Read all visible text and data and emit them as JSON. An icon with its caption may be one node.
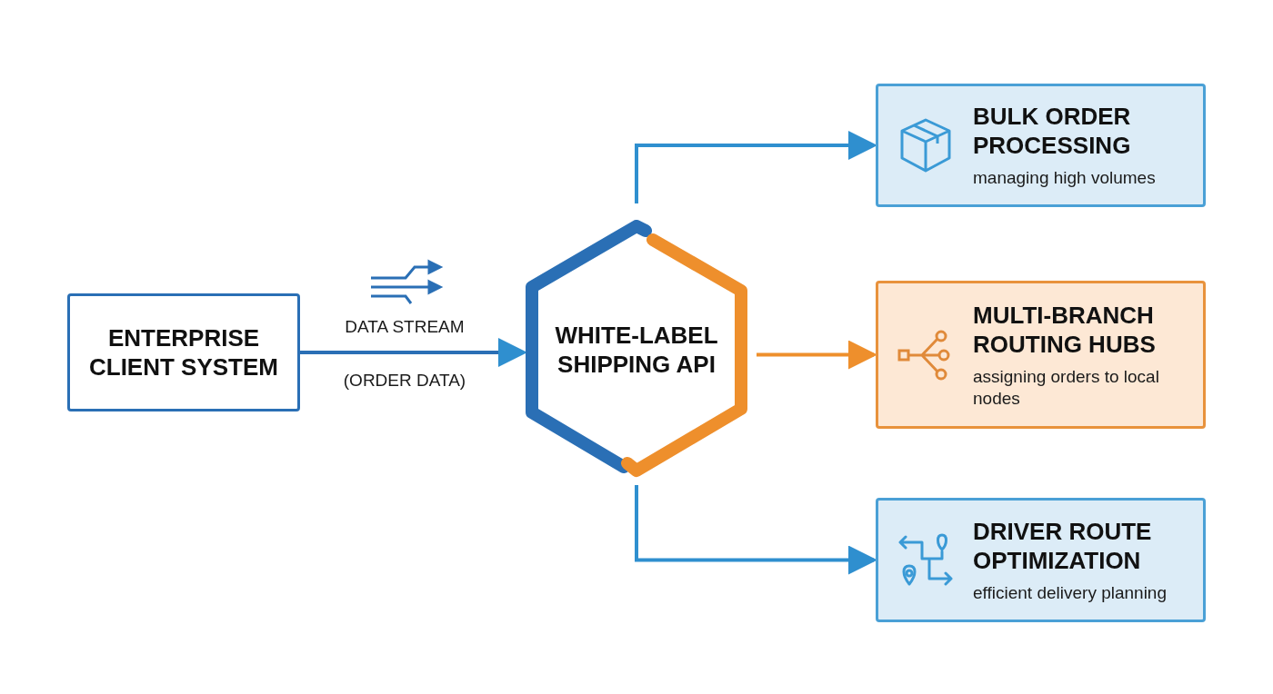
{
  "diagram": {
    "nodes": [
      {
        "text": [
          "ENTERPRISE CLIENT SYSTEM"
        ]
      },
      {
        "text": [
          "WHITE-LABEL SHIPPING API"
        ]
      },
      {
        "text": [
          "BULK ORDER PROCESSING",
          "managing high volumes"
        ]
      },
      {
        "text": [
          "MULTI-BRANCH ROUTING HUBS",
          "assigning orders to local nodes"
        ]
      },
      {
        "text": [
          "DRIVER ROUTE OPTIMIZATION",
          "efficient delivery planning"
        ]
      }
    ],
    "edges": [
      {
        "from": 0,
        "to": 1,
        "arrow": "to",
        "label": "DATA STREAM"
      },
      {
        "from": 1,
        "to": 2,
        "arrow": "to"
      },
      {
        "from": 1,
        "to": 3,
        "arrow": "to",
        "color": "#ee8f2c"
      },
      {
        "from": 1,
        "to": 4,
        "arrow": "to"
      }
    ],
    "labels": [
      "(ORDER DATA)"
    ]
  }
}
